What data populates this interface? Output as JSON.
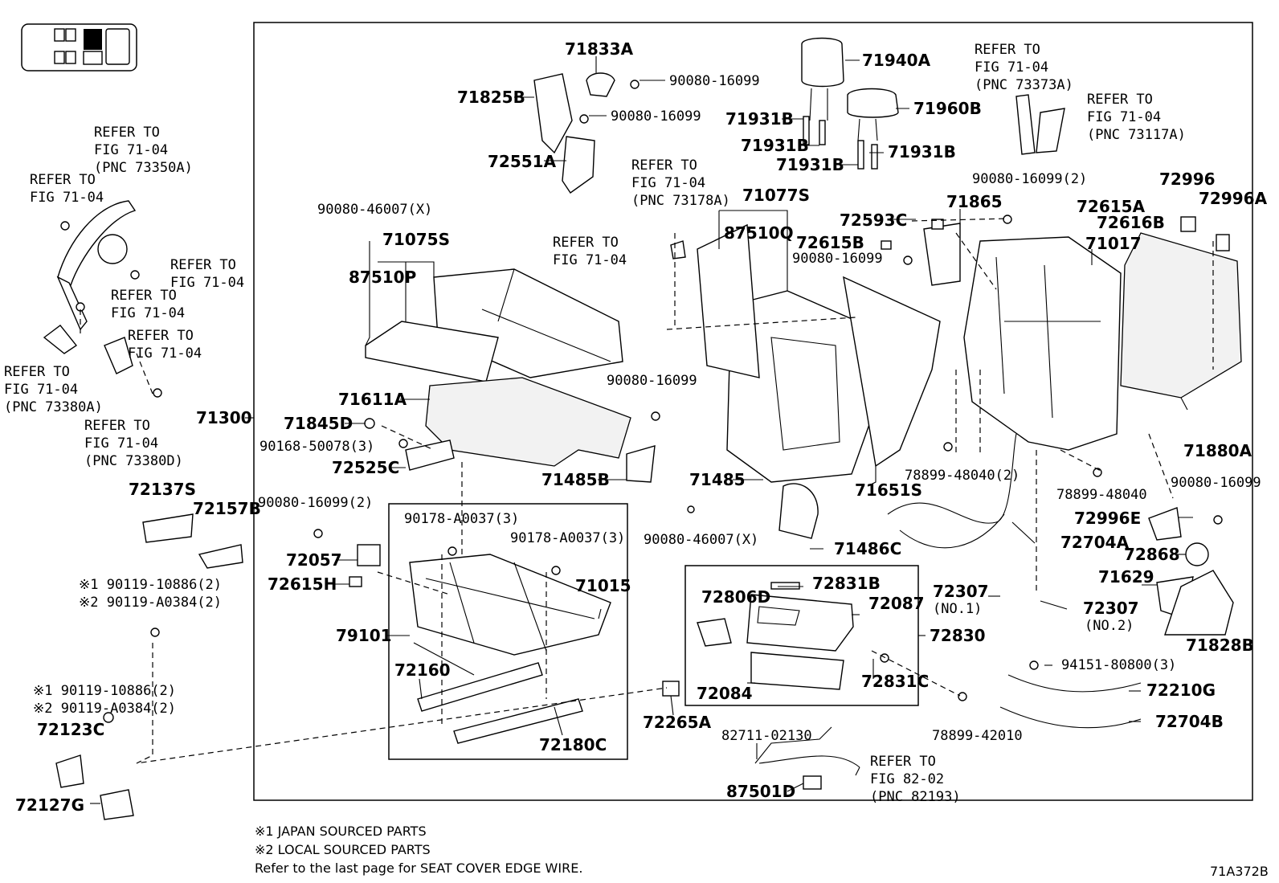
{
  "locator": {
    "icon": "seat-position-icon"
  },
  "labels": [
    {
      "id": "71833A",
      "text": "71833A"
    },
    {
      "id": "9008016099a",
      "text": "90080-16099"
    },
    {
      "id": "71825B",
      "text": "71825B"
    },
    {
      "id": "9008016099b",
      "text": "90080-16099"
    },
    {
      "id": "72551A",
      "text": "72551A"
    },
    {
      "id": "71940A",
      "text": "71940A"
    },
    {
      "id": "71960B",
      "text": "71960B"
    },
    {
      "id": "71931Ba",
      "text": "71931B"
    },
    {
      "id": "71931Bb",
      "text": "71931B"
    },
    {
      "id": "71931Bc",
      "text": "71931B"
    },
    {
      "id": "71931Bd",
      "text": "71931B"
    },
    {
      "id": "refer_73373A",
      "text": "REFER TO\nFIG 71-04\n(PNC 73373A)"
    },
    {
      "id": "refer_73117A",
      "text": "REFER TO\nFIG 71-04\n(PNC 73117A)"
    },
    {
      "id": "refer_73350A",
      "text": "REFER TO\nFIG 71-04\n(PNC 73350A)"
    },
    {
      "id": "refer_a",
      "text": "REFER TO\nFIG 71-04"
    },
    {
      "id": "refer_b",
      "text": "REFER TO\nFIG 71-04"
    },
    {
      "id": "refer_c",
      "text": "REFER TO\nFIG 71-04"
    },
    {
      "id": "refer_d",
      "text": "REFER TO\nFIG 71-04"
    },
    {
      "id": "refer_73380A",
      "text": "REFER TO\nFIG 71-04\n(PNC 73380A)"
    },
    {
      "id": "refer_73380D",
      "text": "REFER TO\nFIG 71-04\n(PNC 73380D)"
    },
    {
      "id": "refer_73178A",
      "text": "REFER TO\nFIG 71-04\n(PNC 73178A)"
    },
    {
      "id": "refer_e",
      "text": "REFER TO\nFIG 71-04"
    },
    {
      "id": "refer_82193",
      "text": "REFER TO\nFIG 82-02\n(PNC 82193)"
    },
    {
      "id": "9008046007a",
      "text": "90080-46007(X)"
    },
    {
      "id": "71075S",
      "text": "71075S"
    },
    {
      "id": "87510P",
      "text": "87510P"
    },
    {
      "id": "71077S",
      "text": "71077S"
    },
    {
      "id": "87510Q",
      "text": "87510Q"
    },
    {
      "id": "72593C",
      "text": "72593C"
    },
    {
      "id": "71865",
      "text": "71865"
    },
    {
      "id": "9008016099_2a",
      "text": "90080-16099(2)"
    },
    {
      "id": "72615A",
      "text": "72615A"
    },
    {
      "id": "72616B",
      "text": "72616B"
    },
    {
      "id": "72996",
      "text": "72996"
    },
    {
      "id": "72996A",
      "text": "72996A"
    },
    {
      "id": "72615B",
      "text": "72615B"
    },
    {
      "id": "9008016099c",
      "text": "90080-16099"
    },
    {
      "id": "71017",
      "text": "71017"
    },
    {
      "id": "71611A",
      "text": "71611A"
    },
    {
      "id": "71300",
      "text": "71300"
    },
    {
      "id": "71845D",
      "text": "71845D"
    },
    {
      "id": "9016850078",
      "text": "90168-50078(3)"
    },
    {
      "id": "72525C",
      "text": "72525C"
    },
    {
      "id": "9008016099d",
      "text": "90080-16099"
    },
    {
      "id": "71485B",
      "text": "71485B"
    },
    {
      "id": "71485",
      "text": "71485"
    },
    {
      "id": "71651S",
      "text": "71651S"
    },
    {
      "id": "7889948040_2",
      "text": "78899-48040(2)"
    },
    {
      "id": "7889948040",
      "text": "78899-48040"
    },
    {
      "id": "71880A",
      "text": "71880A"
    },
    {
      "id": "9008016099e",
      "text": "90080-16099"
    },
    {
      "id": "72137S",
      "text": "72137S"
    },
    {
      "id": "72157B",
      "text": "72157B"
    },
    {
      "id": "9008016099_2b",
      "text": "90080-16099(2)"
    },
    {
      "id": "90178A0037a",
      "text": "90178-A0037(3)"
    },
    {
      "id": "90178A0037b",
      "text": "90178-A0037(3)"
    },
    {
      "id": "9008046007b",
      "text": "90080-46007(X)"
    },
    {
      "id": "71486C",
      "text": "71486C"
    },
    {
      "id": "72704A",
      "text": "72704A"
    },
    {
      "id": "72996E",
      "text": "72996E"
    },
    {
      "id": "72868",
      "text": "72868"
    },
    {
      "id": "72057",
      "text": "72057"
    },
    {
      "id": "72615H",
      "text": "72615H"
    },
    {
      "id": "71015",
      "text": "71015"
    },
    {
      "id": "72831B",
      "text": "72831B"
    },
    {
      "id": "72806D",
      "text": "72806D"
    },
    {
      "id": "72087",
      "text": "72087"
    },
    {
      "id": "72307a",
      "text": "72307"
    },
    {
      "id": "no1",
      "text": "(NO.1)"
    },
    {
      "id": "72307b",
      "text": "72307"
    },
    {
      "id": "no2",
      "text": "(NO.2)"
    },
    {
      "id": "71629",
      "text": "71629"
    },
    {
      "id": "71828B",
      "text": "71828B"
    },
    {
      "id": "79101",
      "text": "79101"
    },
    {
      "id": "72830",
      "text": "72830"
    },
    {
      "id": "72160",
      "text": "72160"
    },
    {
      "id": "72084",
      "text": "72084"
    },
    {
      "id": "72831C",
      "text": "72831C"
    },
    {
      "id": "9415180800",
      "text": "94151-80800(3)"
    },
    {
      "id": "72210G",
      "text": "72210G"
    },
    {
      "id": "jp1",
      "text": "※1 90119-10886(2)\n※2 90119-A0384(2)"
    },
    {
      "id": "jp2",
      "text": "※1 90119-10886(2)\n※2 90119-A0384(2)"
    },
    {
      "id": "72123C",
      "text": "72123C"
    },
    {
      "id": "72265A",
      "text": "72265A"
    },
    {
      "id": "7889942010",
      "text": "78899-42010"
    },
    {
      "id": "72704B",
      "text": "72704B"
    },
    {
      "id": "72180C",
      "text": "72180C"
    },
    {
      "id": "8271102130",
      "text": "82711-02130"
    },
    {
      "id": "72127G",
      "text": "72127G"
    },
    {
      "id": "87501D",
      "text": "87501D"
    }
  ],
  "notes": {
    "note1": "※1 JAPAN SOURCED PARTS",
    "note2": "※2 LOCAL SOURCED PARTS",
    "note3": "Refer to the last page for SEAT COVER EDGE WIRE."
  },
  "figure_id": "71A372B"
}
